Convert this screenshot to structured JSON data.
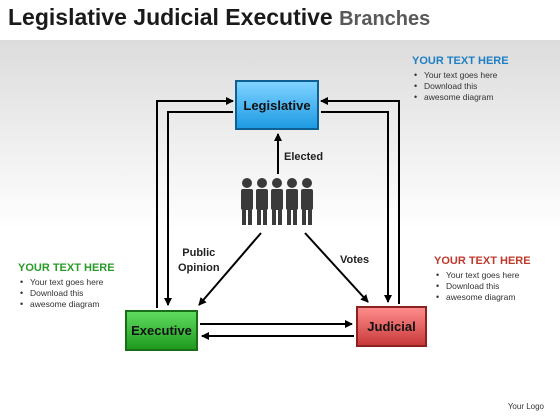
{
  "title": {
    "main": "Legislative Judicial Executive",
    "sub": "Branches"
  },
  "boxes": {
    "legislative": "Legislative",
    "executive": "Executive",
    "judicial": "Judicial"
  },
  "labels": {
    "elected": "Elected",
    "public_opinion_1": "Public",
    "public_opinion_2": "Opinion",
    "votes": "Votes"
  },
  "text_blocks": {
    "top_right": {
      "heading": "YOUR TEXT HERE",
      "bullets": [
        "Your text goes here",
        "Download this",
        "awesome diagram"
      ],
      "color": "#1e7fc4"
    },
    "left": {
      "heading": "YOUR TEXT HERE",
      "bullets": [
        "Your text goes here",
        "Download this",
        "awesome diagram"
      ],
      "color": "#2a9a2a"
    },
    "right": {
      "heading": "YOUR TEXT HERE",
      "bullets": [
        "Your text goes here",
        "Download this",
        "awesome diagram"
      ],
      "color": "#c0392b"
    }
  },
  "footer": "Your Logo",
  "colors": {
    "legislative": "#1e9be3",
    "executive": "#1f9a1f",
    "judicial": "#c93a3a"
  },
  "icons": {
    "people": "people-group-icon"
  }
}
